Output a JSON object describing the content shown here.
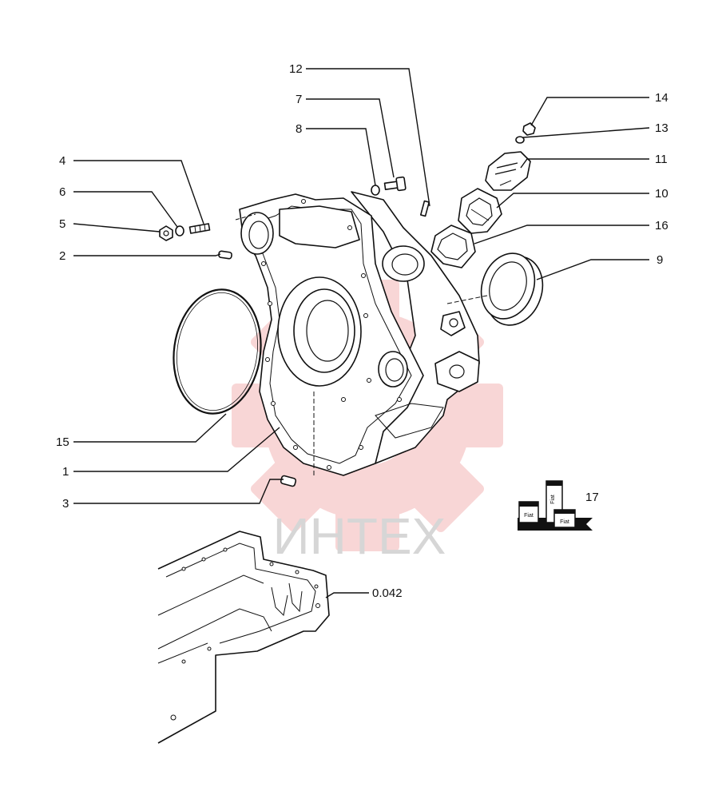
{
  "watermark": {
    "text": "ИНТЕХ",
    "gear_color": "#f3b6b6",
    "text_color": "#d6d6d6"
  },
  "callouts": {
    "c1": "1",
    "c2": "2",
    "c3": "3",
    "c4": "4",
    "c5": "5",
    "c6": "6",
    "c7": "7",
    "c8": "8",
    "c9": "9",
    "c10": "10",
    "c11": "11",
    "c12": "12",
    "c13": "13",
    "c14": "14",
    "c15": "15",
    "c16": "16",
    "c17": "17",
    "ref": "0.042"
  },
  "kit_labels": {
    "tube": "Fiat",
    "box_a": "Fiat",
    "box_b": "Fiat"
  }
}
